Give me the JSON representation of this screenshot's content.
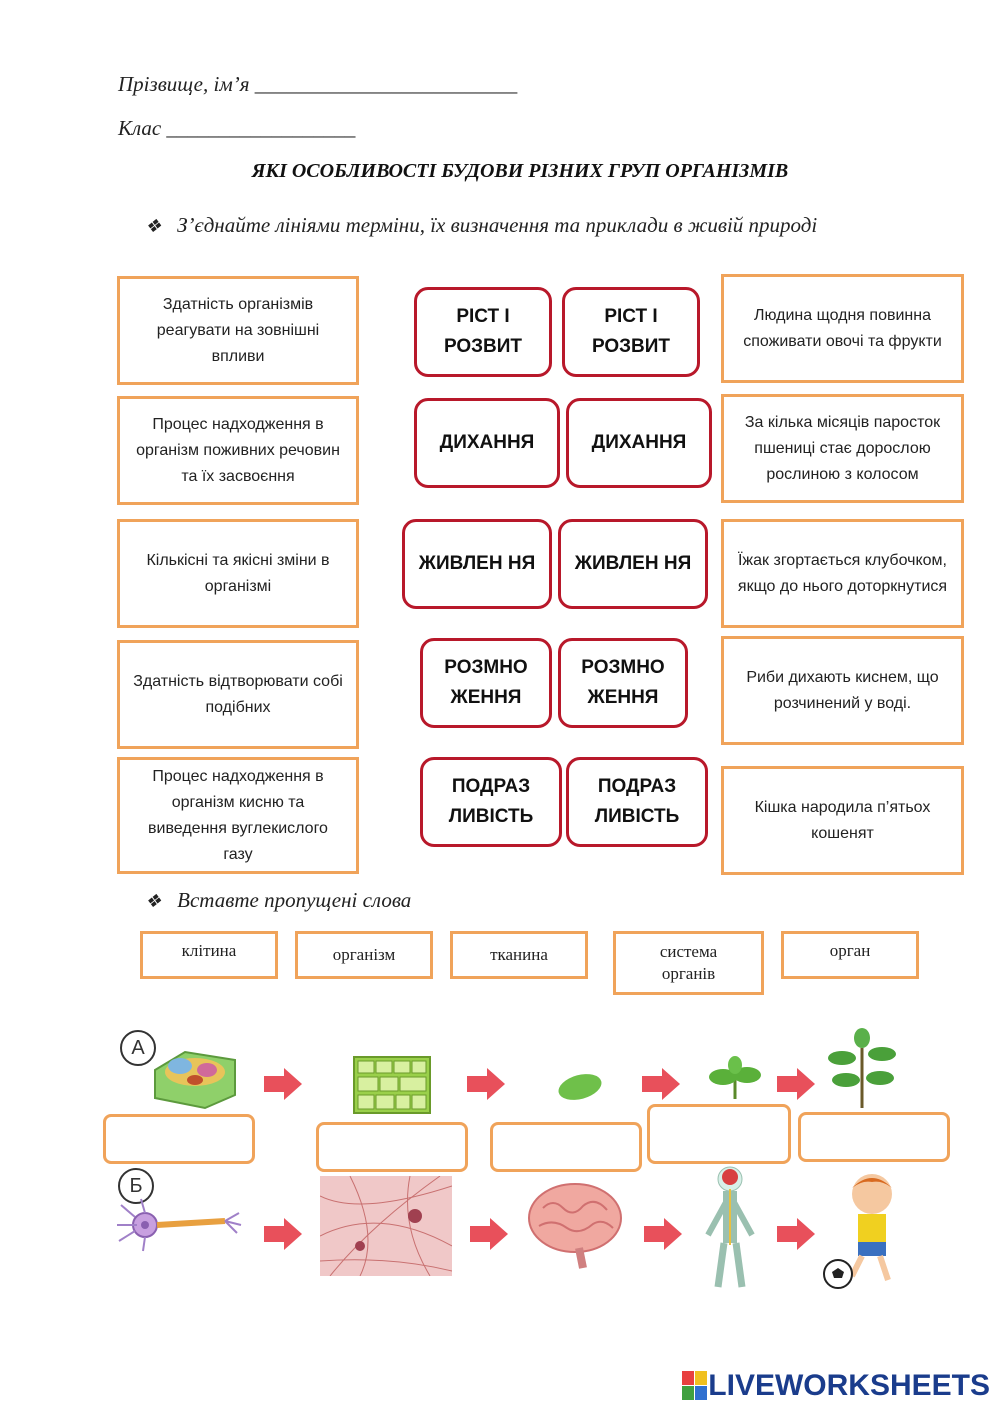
{
  "header": {
    "name_label": "Прізвище, ім’я _________________________",
    "class_label": "Клас __________________"
  },
  "title": "ЯКІ ОСОБЛИВОСТІ БУДОВИ РІЗНИХ ГРУП ОРГАНІЗМІВ",
  "task1": {
    "bullet": "❖",
    "instruction": "З’єднайте лініями терміни, їх визначення та приклади в живій природі",
    "definitions": [
      "Здатність організмів реагувати на зовнішні впливи",
      "Процес надходження в організм поживних речовин та їх засвоєння",
      "Кількісні та якісні зміни в організмі",
      "Здатність відтворювати собі подібних",
      "Процес надходження в організм кисню та виведення вуглекислого газу"
    ],
    "terms": [
      [
        "РІСТ І РОЗВИТ",
        "РІСТ І РОЗВИТ"
      ],
      [
        "ДИХАННЯ",
        "ДИХАННЯ"
      ],
      [
        "ЖИВЛЕН НЯ",
        "ЖИВЛЕН НЯ"
      ],
      [
        "РОЗМНО ЖЕННЯ",
        "РОЗМНО ЖЕННЯ"
      ],
      [
        "ПОДРАЗ ЛИВІСТЬ",
        "ПОДРАЗ ЛИВІСТЬ"
      ]
    ],
    "examples": [
      "Людина щодня повинна споживати овочі та фрукти",
      "За кілька місяців паросток пшениці стає дорослою рослиною з колосом",
      "Їжак згортається клубочком, якщо до нього доторкнутися",
      "Риби дихають киснем, що розчинений у воді.",
      "Кішка народила п’ятьох кошенят"
    ]
  },
  "task2": {
    "bullet": "❖",
    "instruction": "Вставте пропущені слова",
    "words": [
      "клітина",
      "організм",
      "тканина",
      "система органів",
      "орган"
    ],
    "row_a_label": "А",
    "row_b_label": "Б"
  },
  "footer": {
    "logo_text": "LIVEWORKSHEETS",
    "logo_prefix": "LIVE"
  },
  "colors": {
    "orange_border": "#f0a35a",
    "term_border": "#b8182a",
    "arrow": "#e8505b"
  }
}
